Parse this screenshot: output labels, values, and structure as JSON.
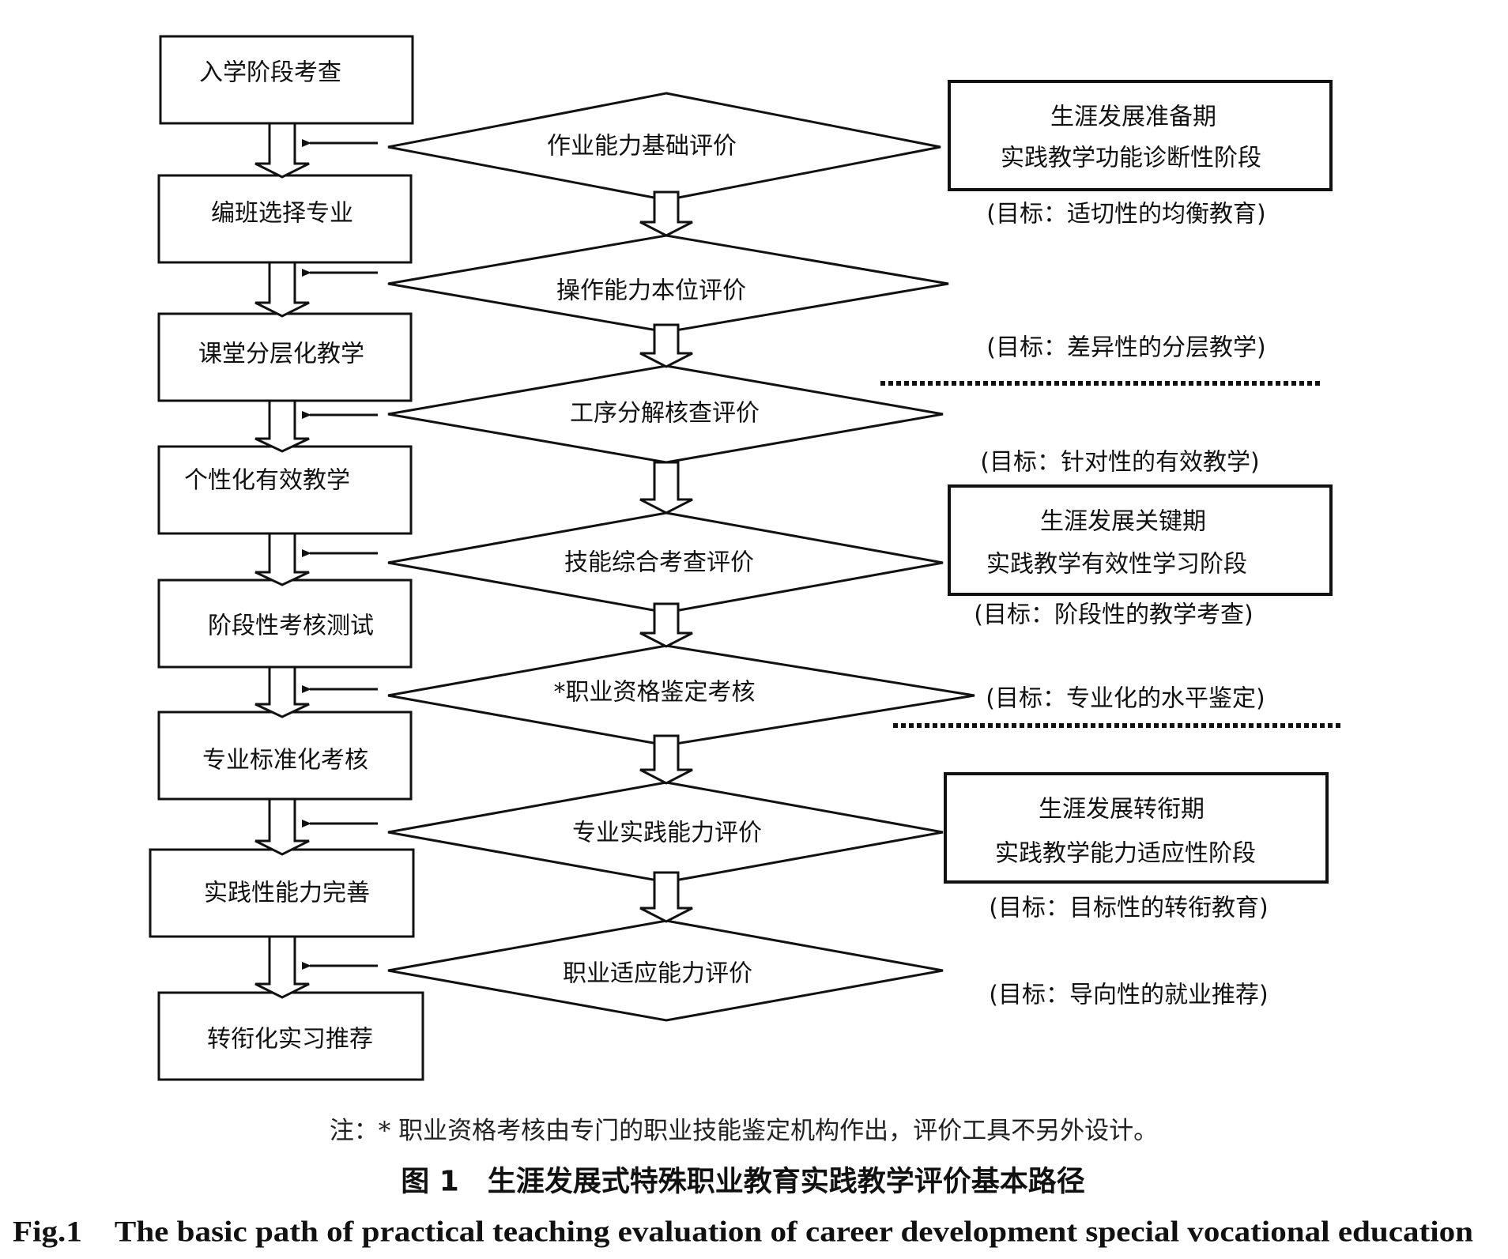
{
  "left_steps": [
    "入学阶段考查",
    "编班选择专业",
    "课堂分层化教学",
    "个性化有效教学",
    "阶段性考核测试",
    "专业标准化考核",
    "实践性能力完善",
    "转衔化实习推荐"
  ],
  "evaluations": [
    "作业能力基础评价",
    "操作能力本位评价",
    "工序分解核查评价",
    "技能综合考查评价",
    "*职业资格鉴定考核",
    "专业实践能力评价",
    "职业适应能力评价"
  ],
  "stage_boxes": [
    {
      "line1": "生涯发展准备期",
      "line2": "实践教学功能诊断性阶段"
    },
    {
      "line1": "生涯发展关键期",
      "line2": "实践教学有效性学习阶段"
    },
    {
      "line1": "生涯发展转衔期",
      "line2": "实践教学能力适应性阶段"
    }
  ],
  "goals": [
    "(目标：适切性的均衡教育)",
    "(目标：差异性的分层教学)",
    "(目标：针对性的有效教学)",
    "(目标：阶段性的教学考查)",
    "(目标：专业化的水平鉴定)",
    "(目标：目标性的转衔教育)",
    "(目标：导向性的就业推荐)"
  ],
  "note": "注：* 职业资格考核由专门的职业技能鉴定机构作出，评价工具不另外设计。",
  "caption_cn": "图 1　生涯发展式特殊职业教育实践教学评价基本路径",
  "caption_en": "Fig.1　The basic path of practical teaching evaluation of career development special vocational education"
}
